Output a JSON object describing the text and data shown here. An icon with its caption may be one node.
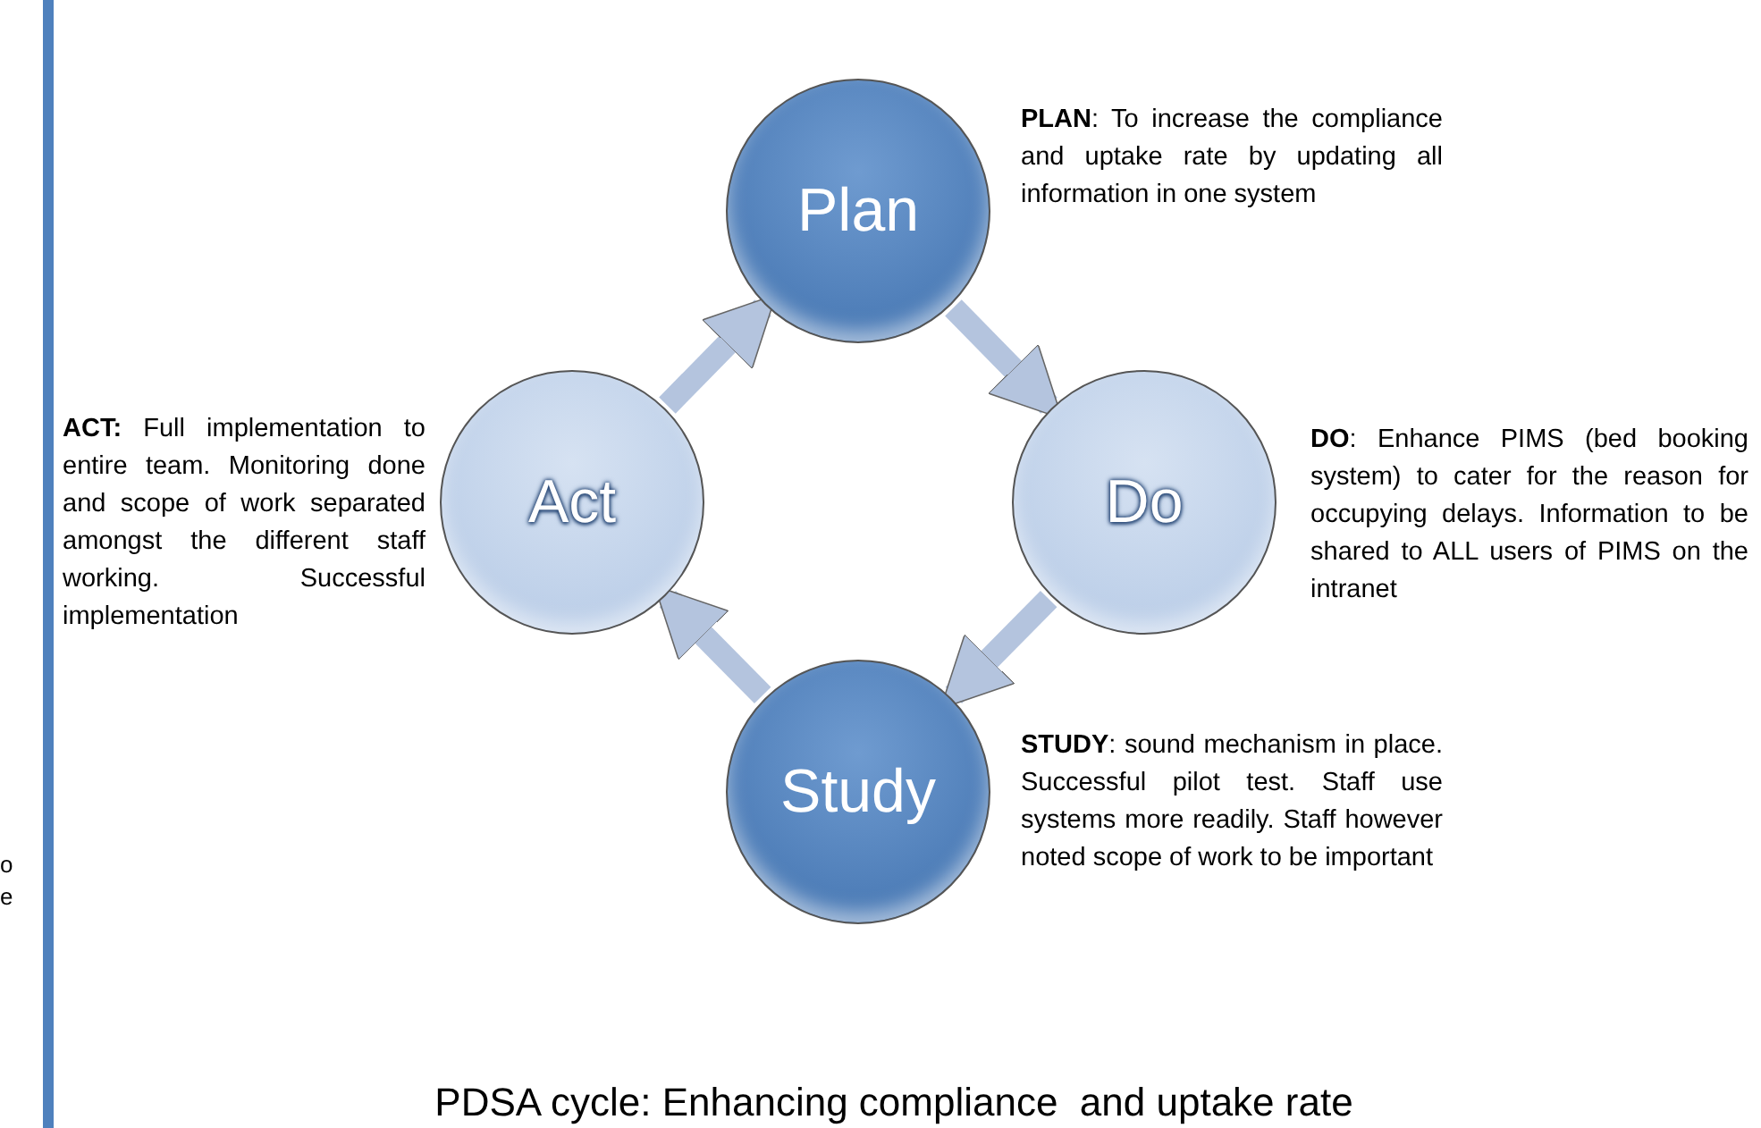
{
  "diagram": {
    "title": "PDSA cycle: Enhancing compliance  and uptake rate",
    "nodes": [
      {
        "text": [
          "Plan"
        ],
        "beside": [
          "**PLAN**: To increase the compliance and uptake rate by updating all information in one system"
        ]
      },
      {
        "text": [
          "Do"
        ],
        "beside": [
          "**DO**: Enhance PIMS (bed booking system) to cater for the reason for occupying delays. Information to be shared to ALL users of PIMS on the intranet"
        ]
      },
      {
        "text": [
          "Study"
        ],
        "beside": [
          "**STUDY**: sound mechanism in place. Successful pilot test. Staff use systems more readily. Staff however noted scope of work to be important"
        ]
      },
      {
        "text": [
          "Act"
        ],
        "beside": [
          "**ACT:** Full implementation to entire team. Monitoring done and scope of work separated amongst the different staff working. Successful implementation"
        ]
      }
    ],
    "edges": [
      {
        "from": 0,
        "to": 1,
        "arrow": "to"
      },
      {
        "from": 1,
        "to": 2,
        "arrow": "to"
      },
      {
        "from": 2,
        "to": 3,
        "arrow": "to"
      },
      {
        "from": 3,
        "to": 0,
        "arrow": "to"
      }
    ],
    "labels": [
      "o",
      "e"
    ]
  }
}
